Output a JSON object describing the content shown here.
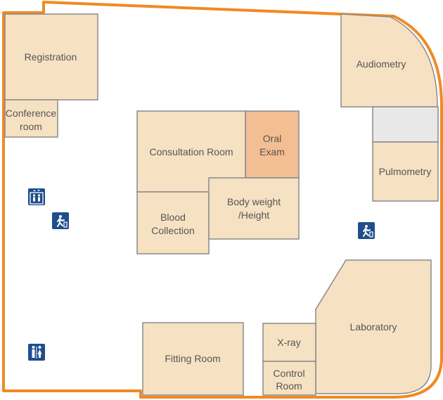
{
  "colors": {
    "wall": "#f08a24",
    "room_fill": "#f6e1c3",
    "room_stroke": "#8a8a8a",
    "highlight_fill": "#f3be91",
    "gray_fill": "#e8e8e8",
    "icon_bg": "#1f4e8c",
    "label": "#555555"
  },
  "rooms": {
    "registration": "Registration",
    "conference": [
      "Conference",
      "room"
    ],
    "consultation": "Consultation Room",
    "oral_exam": [
      "Oral",
      "Exam"
    ],
    "blood_collection": [
      "Blood",
      "Collection"
    ],
    "body_weight": [
      "Body weight",
      "/Height"
    ],
    "audiometry": "Audiometry",
    "pulmometry": "Pulmometry",
    "laboratory": "Laboratory",
    "xray": "X-ray",
    "control_room": [
      "Control",
      "Room"
    ],
    "fitting_room": "Fitting Room"
  },
  "icons": {
    "elevator": "elevator-icon",
    "emergency_exit": "emergency-exit-icon",
    "restroom": "restroom-icon"
  },
  "highlighted_room": "oral_exam"
}
